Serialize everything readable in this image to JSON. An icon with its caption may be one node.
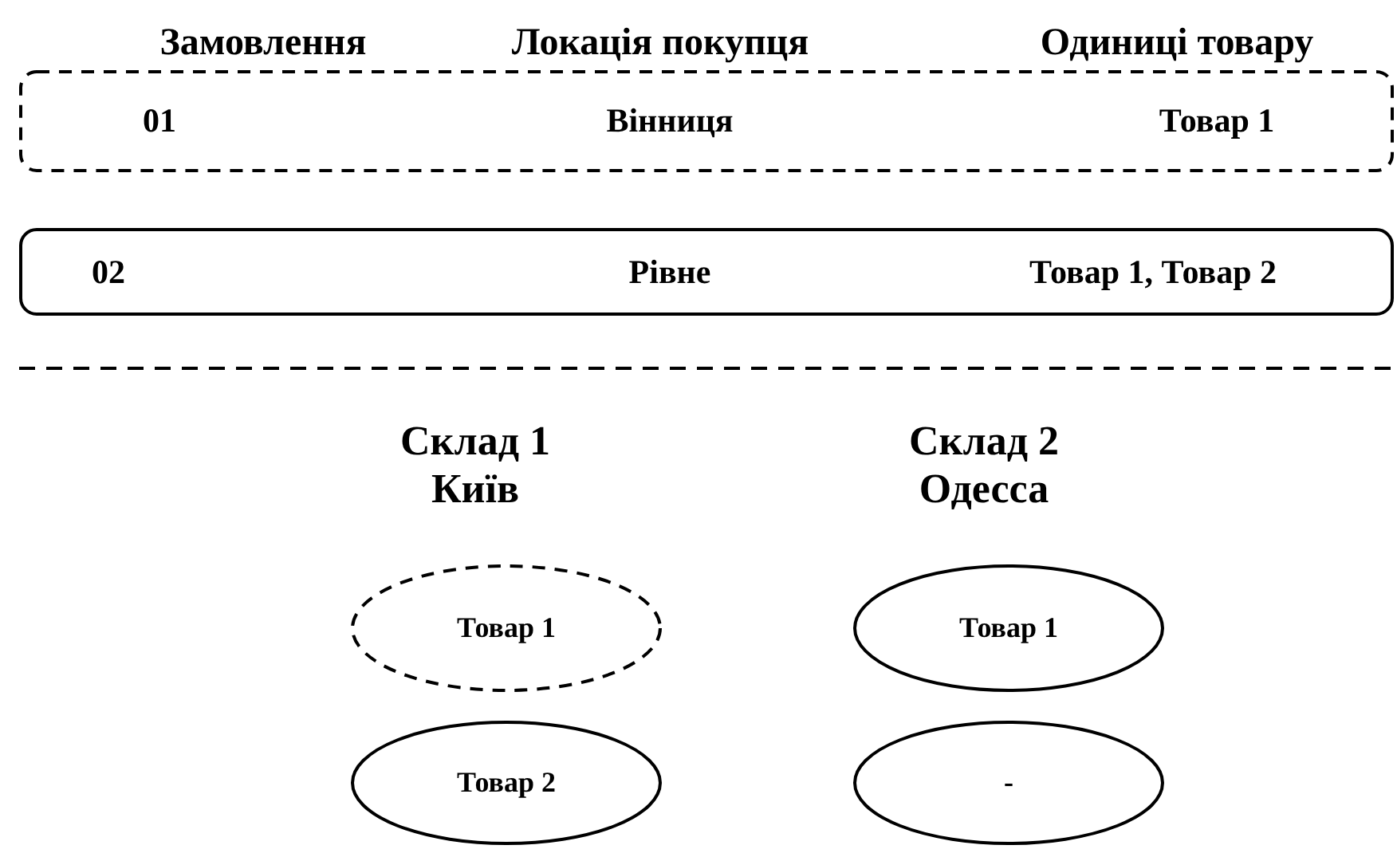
{
  "diagram": {
    "nodes": [
      {
        "text": [
          "01",
          "Вінниця",
          "Товар 1"
        ]
      },
      {
        "text": [
          "02",
          "Рівне",
          "Товар 1, Товар 2"
        ]
      },
      {
        "text": [
          "Товар 1"
        ]
      },
      {
        "text": [
          "Товар 1"
        ]
      },
      {
        "text": [
          "Товар 2"
        ]
      },
      {
        "text": [
          "-"
        ]
      }
    ],
    "labels": [
      "Замовлення",
      "Локація покупця",
      "Одиниці товару",
      "Склад 1 Київ",
      "Склад 2 Одесса"
    ]
  }
}
